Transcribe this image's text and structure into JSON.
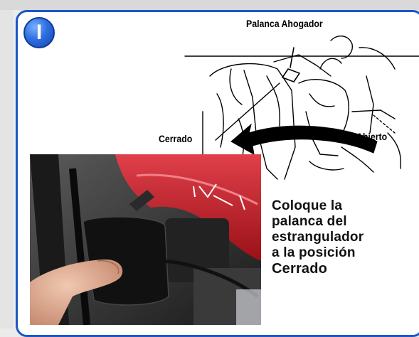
{
  "step": {
    "number": "I"
  },
  "diagram": {
    "label_choke": "Palanca Ahogador",
    "label_closed": "Cerrado",
    "label_open": "Abierto"
  },
  "instruction": {
    "lines": [
      "Coloque la",
      "palanca del",
      "estrangulador",
      "a la posición"
    ],
    "emphasis": "Cerrado"
  },
  "photo": {
    "mark_text": "I\\/"
  },
  "colors": {
    "accent_border": "#1c57c5",
    "badge_blue": "#2f6fe0",
    "tank_red": "#c8202a"
  }
}
